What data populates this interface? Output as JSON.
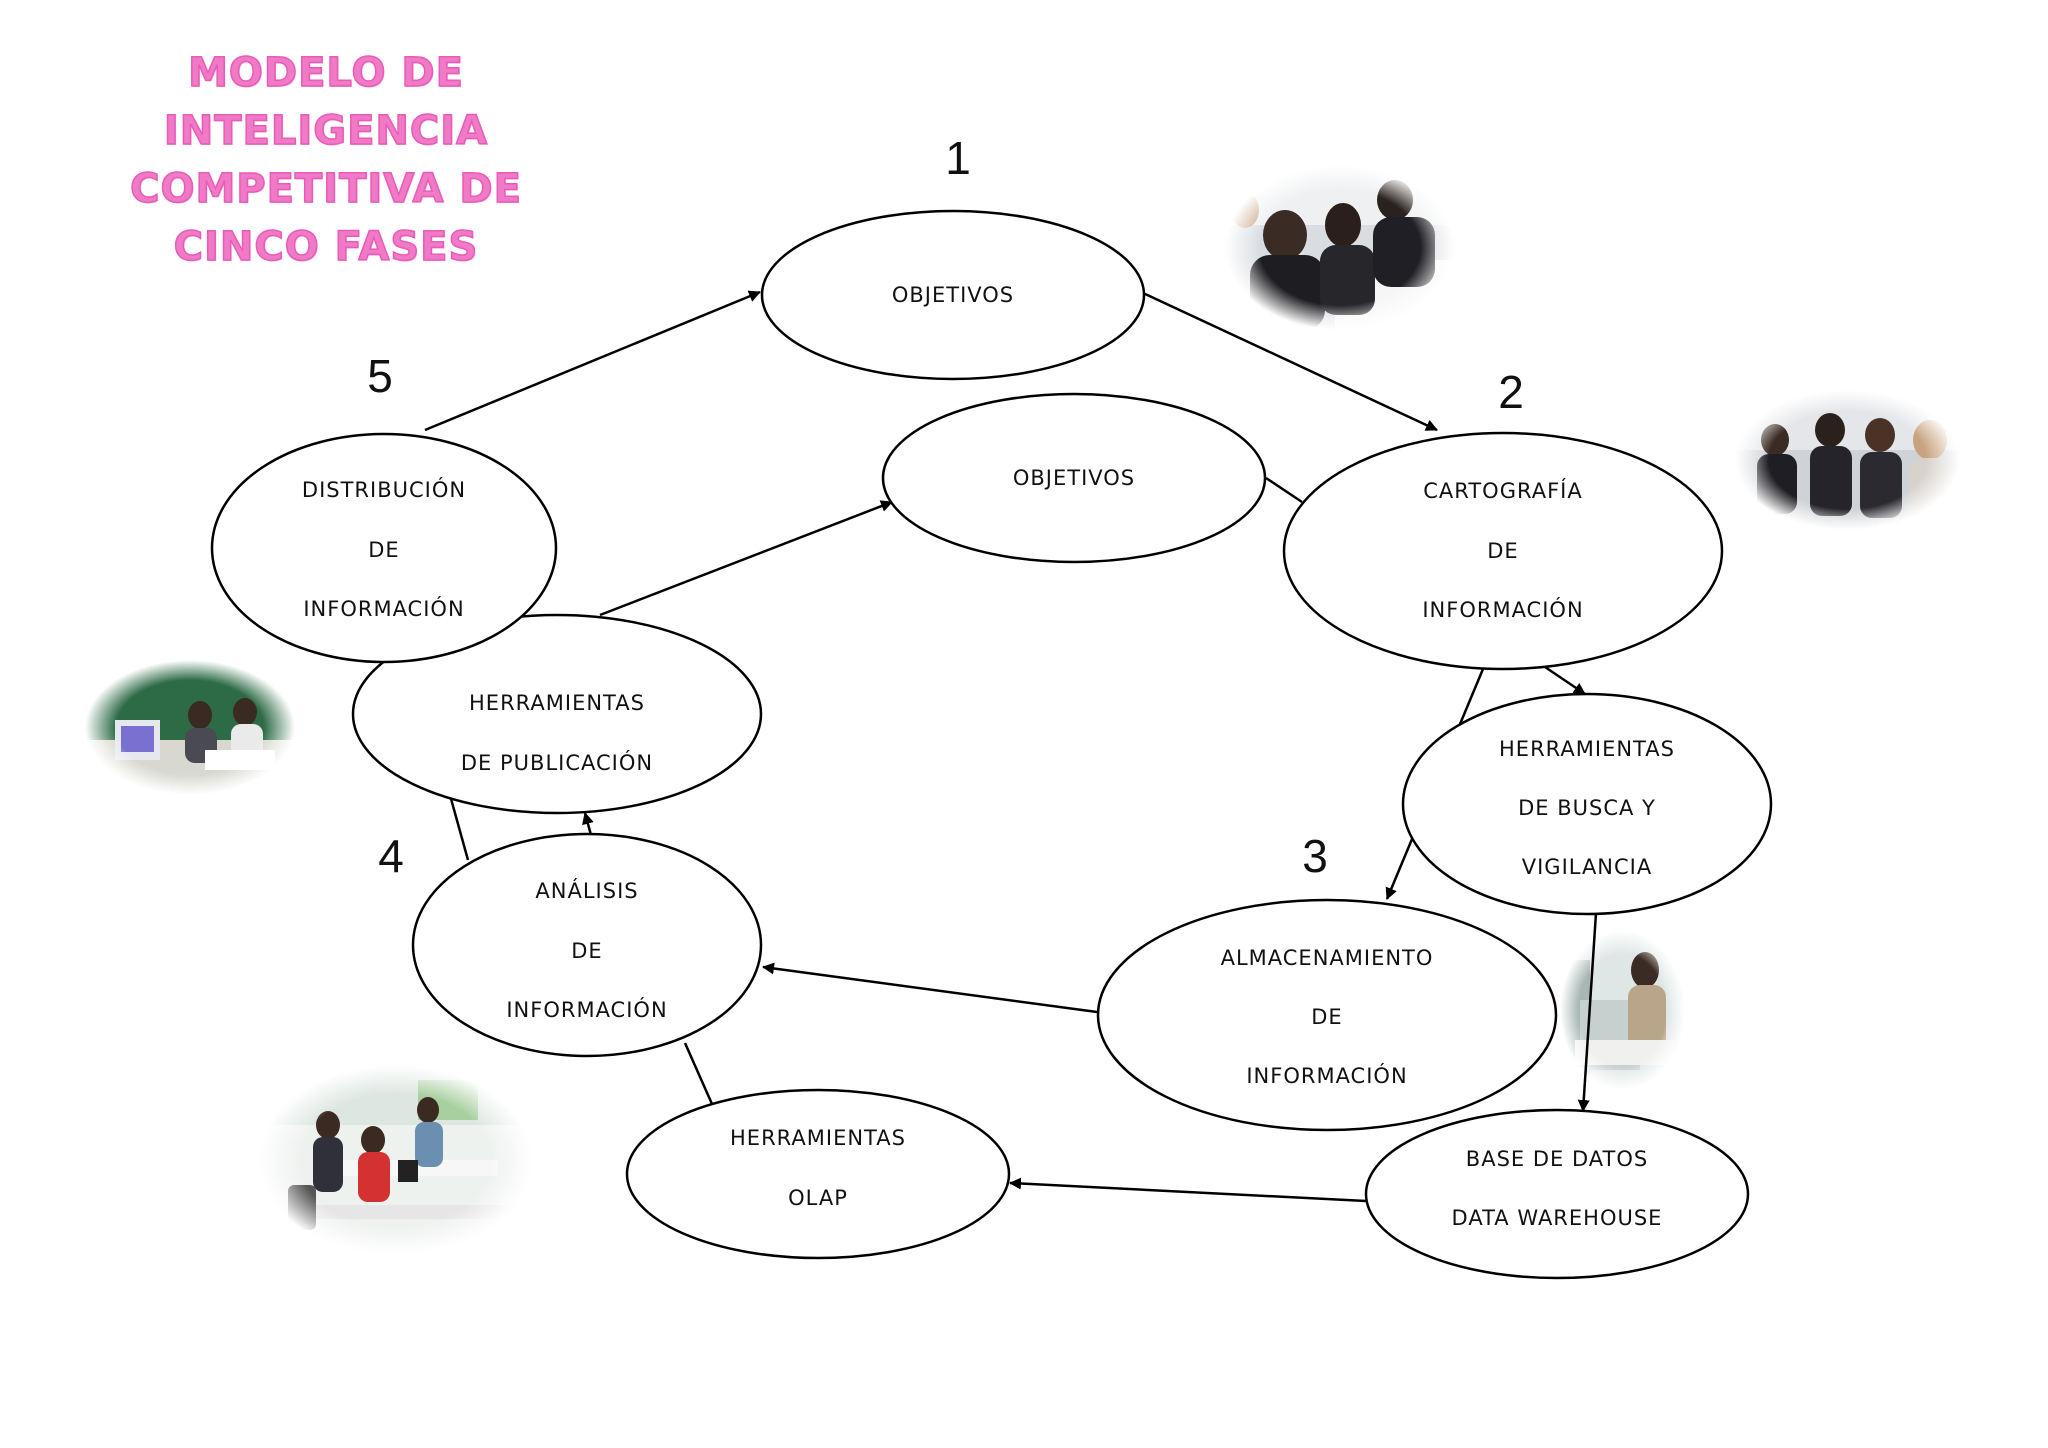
{
  "title": {
    "line1": "MODELO DE",
    "line2": "INTELIGENCIA",
    "line3": "COMPETITIVA DE",
    "line4": "CINCO FASES"
  },
  "colors": {
    "title": "#f07ac6",
    "stroke": "#000000",
    "text": "#111111"
  },
  "phases": {
    "p1": "1",
    "p2": "2",
    "p3": "3",
    "p4": "4",
    "p5": "5"
  },
  "nodes": {
    "objetivos_top": {
      "lines": [
        "OBJETIVOS"
      ]
    },
    "objetivos_inner": {
      "lines": [
        "OBJETIVOS"
      ]
    },
    "cartografia": {
      "lines": [
        "CARTOGRAFÍA",
        "DE",
        "INFORMACIÓN"
      ]
    },
    "herr_busca": {
      "lines": [
        "HERRAMIENTAS",
        "DE BUSCA Y",
        "VIGILANCIA"
      ]
    },
    "almacenamiento": {
      "lines": [
        "ALMACENAMIENTO",
        "DE",
        "INFORMACIÓN"
      ]
    },
    "base_datos": {
      "lines": [
        "BASE DE DATOS",
        "DATA WAREHOUSE"
      ]
    },
    "herr_olap": {
      "lines": [
        "HERRAMIENTAS",
        "OLAP"
      ]
    },
    "analisis": {
      "lines": [
        "ANÁLISIS",
        "DE",
        "INFORMACIÓN"
      ]
    },
    "herr_publicacion": {
      "lines": [
        "HERRAMIENTAS",
        "DE PUBLICACIÓN"
      ]
    },
    "distribucion": {
      "lines": [
        "DISTRIBUCIÓN",
        "DE",
        "INFORMACIÓN"
      ]
    }
  },
  "photos": [
    {
      "name": "team-meeting-photo"
    },
    {
      "name": "office-group-photo"
    },
    {
      "name": "computer-room-photo"
    },
    {
      "name": "lab-worker-photo"
    },
    {
      "name": "open-office-photo"
    }
  ]
}
